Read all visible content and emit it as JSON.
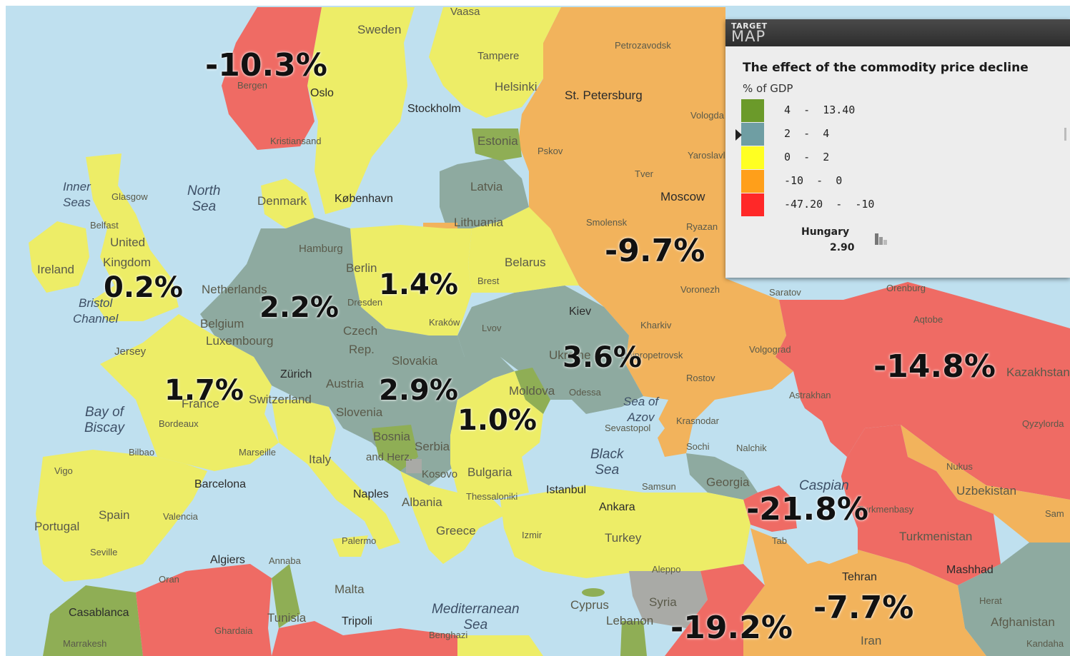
{
  "legend": {
    "logo_top": "TARGET",
    "logo_bottom": "MAP",
    "title": "The effect of the commodity price decline",
    "unit": "% of GDP",
    "ranges": [
      {
        "from": "4",
        "to": "13.40",
        "color": "#6b9a2a"
      },
      {
        "from": "2",
        "to": "4",
        "color": "#6f9ea3"
      },
      {
        "from": "0",
        "to": "2",
        "color": "#ffff22"
      },
      {
        "from": "-10",
        "to": "0",
        "color": "#ff9f1a"
      },
      {
        "from": "-47.20",
        "to": "-10",
        "color": "#ff2828"
      }
    ],
    "selected": {
      "name": "Hungary",
      "value": "2.90"
    },
    "icons": {
      "pointer": "pointer-triangle-icon",
      "bar": "bar-chart-icon"
    }
  },
  "colors": {
    "sea": "#bfe0ef",
    "green": "#8fae55",
    "teal": "#8eaaa0",
    "yellow": "#eded67",
    "orange": "#f2b35c",
    "red": "#ef6b64",
    "grey": "#a9aaa6"
  },
  "values": {
    "norway": "-10.3%",
    "uk": "0.2%",
    "germany": "2.2%",
    "poland": "1.4%",
    "russia": "-9.7%",
    "kazakhstan": "-14.8%",
    "ukraine": "3.6%",
    "france": "1.7%",
    "hungary": "2.9%",
    "romania": "1.0%",
    "azerbaijan": "-21.8%",
    "iraq": "-19.2%",
    "iran": "-7.7%"
  },
  "seas": {
    "north_sea": [
      "North",
      "Sea"
    ],
    "inner_seas": [
      "Inner",
      "Seas"
    ],
    "bristol": [
      "Bristol",
      "Channel"
    ],
    "biscay": [
      "Bay of",
      "Biscay"
    ],
    "black_sea": [
      "Black",
      "Sea"
    ],
    "caspian": [
      "Caspian"
    ],
    "azov": [
      "Sea of",
      "Azov"
    ],
    "mediterranean": [
      "Mediterranean",
      "Sea"
    ]
  },
  "places": {
    "sweden": "Sweden",
    "stockholm": "Stockholm",
    "oslo": "Oslo",
    "bergen": "Bergen",
    "kristiansand": "Kristiansand",
    "denmark": "Denmark",
    "kobenhavn": "København",
    "helsinki": "Helsinki",
    "tampere": "Tampere",
    "vaasa": "Vaasa",
    "estonia": "Estonia",
    "latvia": "Latvia",
    "lithuania": "Lithuania",
    "belarus": "Belarus",
    "brest": "Brest",
    "petrozavodsk": "Petrozavodsk",
    "st_petersburg": "St. Petersburg",
    "vologda": "Vologda",
    "pskov": "Pskov",
    "yaroslavl": "Yaroslavl",
    "tver": "Tver",
    "moscow": "Moscow",
    "smolensk": "Smolensk",
    "ryazan": "Ryazan",
    "voronezh": "Voronezh",
    "saratov": "Saratov",
    "orenburg": "Orenburg",
    "kharkiv": "Kharkiv",
    "volgograd": "Volgograd",
    "dnipropetrovsk": "Dnipropetrovsk",
    "rostov": "Rostov",
    "astrakhan": "Astrakhan",
    "krasnodar": "Krasnodar",
    "sochi": "Sochi",
    "nalchik": "Nalchik",
    "kazakhstan": "Kazakhstan",
    "qyzylorda": "Qyzylorda",
    "aqtobe": "Aqtobe",
    "nukus": "Nukus",
    "uzbekistan": "Uzbekistan",
    "turkmenbasy": "Turkmenbasy",
    "turkmenistan": "Turkmenistan",
    "samarkand": "Sam",
    "mashhad": "Mashhad",
    "herat": "Herat",
    "afghanistan": "Afghanistan",
    "kandahar": "Kandaha",
    "tehran": "Tehran",
    "iran": "Iran",
    "tabriz": "Tab",
    "georgia": "Georgia",
    "kiev": "Kiev",
    "lvov": "Lvov",
    "ukraine": "Ukraine",
    "odessa": "Odessa",
    "moldova": "Moldova",
    "sevastopol": "Sevastopol",
    "glasgow": "Glasgow",
    "belfast": "Belfast",
    "united": "United",
    "kingdom": "Kingdom",
    "ireland": "Ireland",
    "netherlands": "Netherlands",
    "belgium": "Belgium",
    "luxembourg": "Luxembourg",
    "jersey": "Jersey",
    "hamburg": "Hamburg",
    "berlin": "Berlin",
    "dresden": "Dresden",
    "czech": "Czech",
    "rep": "Rep.",
    "krakow": "Kraków",
    "slovakia": "Slovakia",
    "austria": "Austria",
    "zurich": "Zürich",
    "switzerland": "Switzerland",
    "france": "France",
    "bordeaux": "Bordeaux",
    "bilbao": "Bilbao",
    "marseille": "Marseille",
    "slovenia": "Slovenia",
    "bosnia": "Bosnia",
    "herz": "and Herz.",
    "serbia": "Serbia",
    "kosovo": "Kosovo",
    "bulgaria": "Bulgaria",
    "italy": "Italy",
    "naples": "Naples",
    "albania": "Albania",
    "thessaloniki": "Thessaloniki",
    "greece": "Greece",
    "vigo": "Vigo",
    "barcelona": "Barcelona",
    "spain": "Spain",
    "portugal": "Portugal",
    "valencia": "Valencia",
    "seville": "Seville",
    "istanbul": "Istanbul",
    "samsun": "Samsun",
    "ankara": "Ankara",
    "izmir": "Izmir",
    "turkey": "Turkey",
    "aleppo": "Aleppo",
    "syria": "Syria",
    "cyprus": "Cyprus",
    "lebanon": "Lebanon",
    "palermo": "Palermo",
    "malta": "Malta",
    "tunisia": "Tunisia",
    "tripoli": "Tripoli",
    "benghazi": "Benghazi",
    "algiers": "Algiers",
    "annaba": "Annaba",
    "oran": "Oran",
    "ghardaia": "Ghardaia",
    "casablanca": "Casablanca",
    "marrakesh": "Marrakesh"
  }
}
